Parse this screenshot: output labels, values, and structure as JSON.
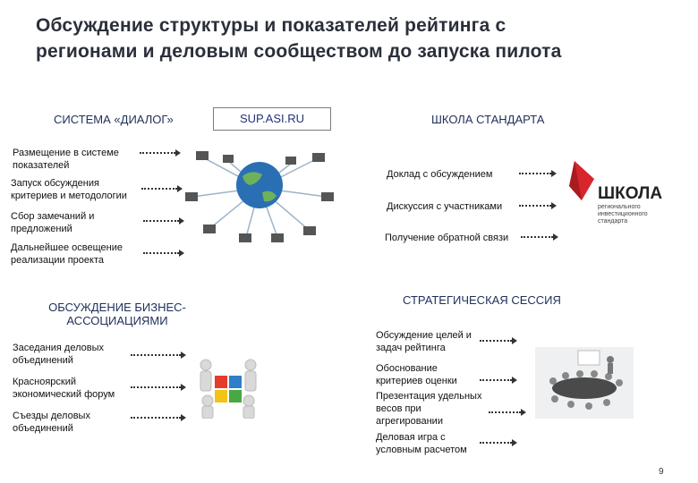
{
  "title_line1": "Обсуждение структуры и показателей рейтинга с",
  "title_line2": "регионами и деловым сообществом до запуска пилота",
  "dialog": {
    "heading": "СИСТЕМА «ДИАЛОГ»",
    "items": [
      "Размещение в системе показателей",
      "Запуск обсуждения критериев и методологии",
      "Сбор замечаний и предложений",
      "Дальнейшее освещение реализации проекта"
    ]
  },
  "sup": {
    "label": "SUP.ASI.RU"
  },
  "school": {
    "heading": "ШКОЛА СТАНДАРТА",
    "items": [
      "Доклад с обсуждением",
      "Дискуссия с участниками",
      "Получение обратной связи"
    ],
    "logo_big": "ШКОЛА",
    "logo_small": "регионального инвестиционного стандарта"
  },
  "business": {
    "heading": "ОБСУЖДЕНИЕ БИЗНЕС-АССОЦИАЦИЯМИ",
    "items": [
      "Заседания деловых объединений",
      "Красноярский экономический форум",
      "Съезды деловых объединений"
    ]
  },
  "strategy": {
    "heading": "СТРАТЕГИЧЕСКАЯ СЕССИЯ",
    "items": [
      "Обсуждение целей и задач рейтинга",
      "Обоснование критериев оценки",
      "Презентация удельных весов при агрегировании",
      "Деловая игра с условным расчетом"
    ]
  },
  "page_number": "9",
  "colors": {
    "logo_red": "#d6262c",
    "title": "#2b2f3a",
    "heading": "#24327a"
  }
}
